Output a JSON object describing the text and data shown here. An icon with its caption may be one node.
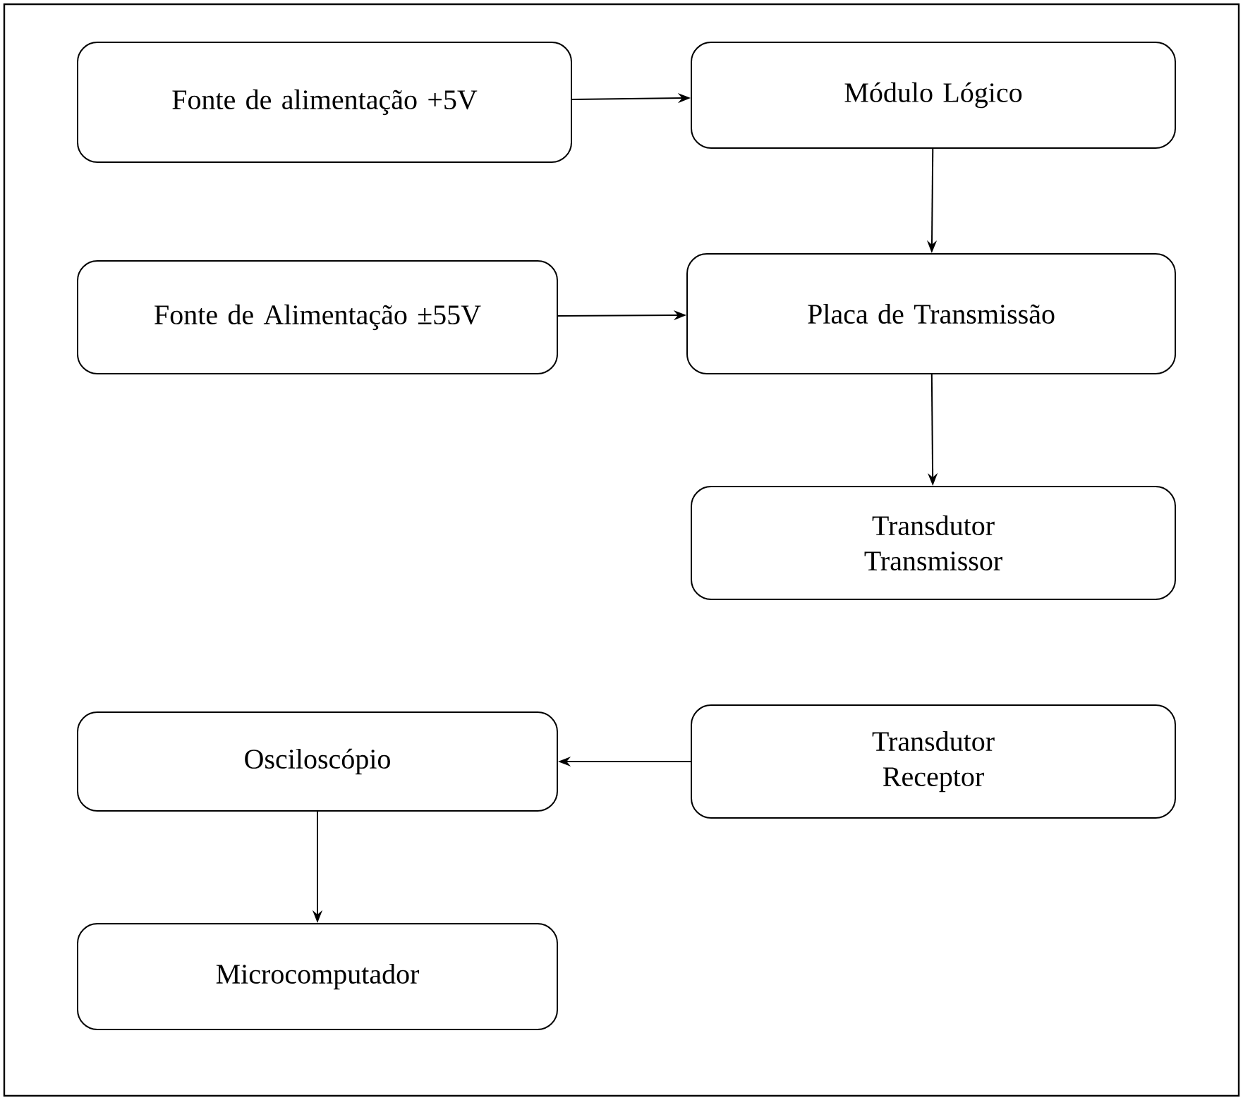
{
  "diagram": {
    "nodes": [
      {
        "text": [
          "Fonte de alimentação +5V"
        ]
      },
      {
        "text": [
          "Módulo Lógico"
        ]
      },
      {
        "text": [
          "Fonte de Alimentação ±55V"
        ]
      },
      {
        "text": [
          "Placa de Transmissão"
        ]
      },
      {
        "text": [
          "Transdutor Transmissor"
        ]
      },
      {
        "text": [
          "Transdutor Receptor"
        ]
      },
      {
        "text": [
          "Osciloscópio"
        ]
      },
      {
        "text": [
          "Microcomputador"
        ]
      }
    ],
    "edges": [
      {
        "from": 0,
        "to": 1,
        "arrow": "to"
      },
      {
        "from": 1,
        "to": 3,
        "arrow": "to"
      },
      {
        "from": 2,
        "to": 3,
        "arrow": "to"
      },
      {
        "from": 3,
        "to": 4,
        "arrow": "to"
      },
      {
        "from": 5,
        "to": 6,
        "arrow": "to"
      },
      {
        "from": 6,
        "to": 7,
        "arrow": "to"
      }
    ]
  }
}
